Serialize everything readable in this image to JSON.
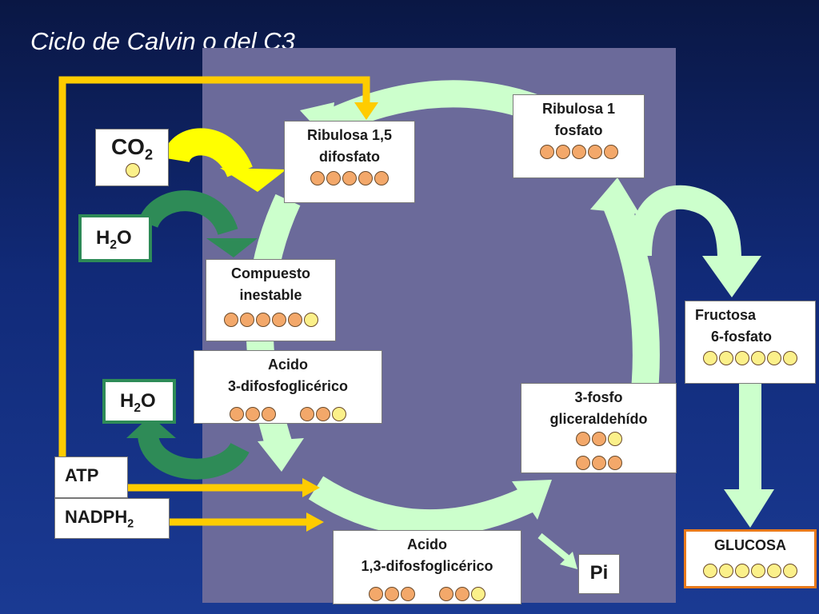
{
  "title": "Ciclo de Calvin o del C3",
  "colors": {
    "background": "#112a78",
    "panel": "#6b6a9a",
    "cycle_arrow": "#ccffcc",
    "feed_line": "#ffcc00",
    "water_arrow": "#2e8b57",
    "orange_atom": "#f3a86a",
    "yellow_atom": "#fbf08a",
    "glucose_border": "#e87a1c"
  },
  "inputs": {
    "co2": {
      "base": "CO",
      "sub": "2"
    },
    "h2o_top": {
      "base": "H",
      "sub": "2",
      "tail": "O"
    },
    "h2o_bottom": {
      "base": "H",
      "sub": "2",
      "tail": "O"
    },
    "atp": "ATP",
    "nadph2": {
      "base": "NADPH",
      "sub": "2"
    },
    "pi": "Pi"
  },
  "compounds": {
    "ribulosa_15": {
      "line1": "Ribulosa 1,5",
      "line2": "difosfato"
    },
    "ribulosa_1": {
      "line1": "Ribulosa 1",
      "line2": "fosfato"
    },
    "compuesto_inestable": {
      "line1": "Compuesto",
      "line2": "inestable"
    },
    "acido_3": {
      "line1": "Acido",
      "line2": "3-difosfoglicérico"
    },
    "acido_13": {
      "line1": "Acido",
      "line2": "1,3-difosfoglicérico"
    },
    "fosfo_glic": {
      "line1": "3-fosfo",
      "line2": "gliceraldehído"
    },
    "fructosa": {
      "line1": "Fructosa",
      "line2": "6-fosfato"
    },
    "glucosa": "GLUCOSA"
  }
}
